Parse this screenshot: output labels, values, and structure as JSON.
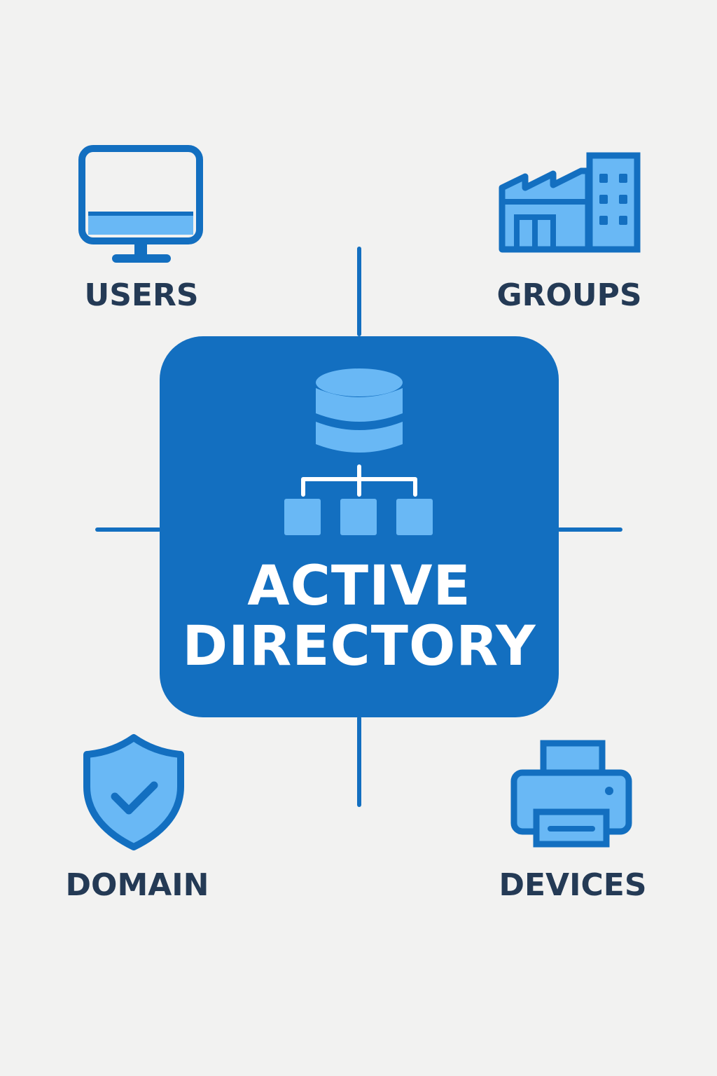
{
  "hub": {
    "title_line1": "ACTIVE",
    "title_line2": "DIRECTORY",
    "icon": "database-hierarchy-icon"
  },
  "nodes": [
    {
      "id": "users",
      "label": "USERS",
      "icon": "monitor-icon"
    },
    {
      "id": "groups",
      "label": "GROUPS",
      "icon": "factory-building-icon"
    },
    {
      "id": "domain",
      "label": "DOMAIN",
      "icon": "shield-check-icon"
    },
    {
      "id": "devices",
      "label": "DEVICES",
      "icon": "printer-icon"
    }
  ],
  "colors": {
    "primary": "#136fc0",
    "light": "#69b8f5",
    "label": "#243a55",
    "background": "#f2f2f1",
    "hub_text": "#ffffff"
  }
}
